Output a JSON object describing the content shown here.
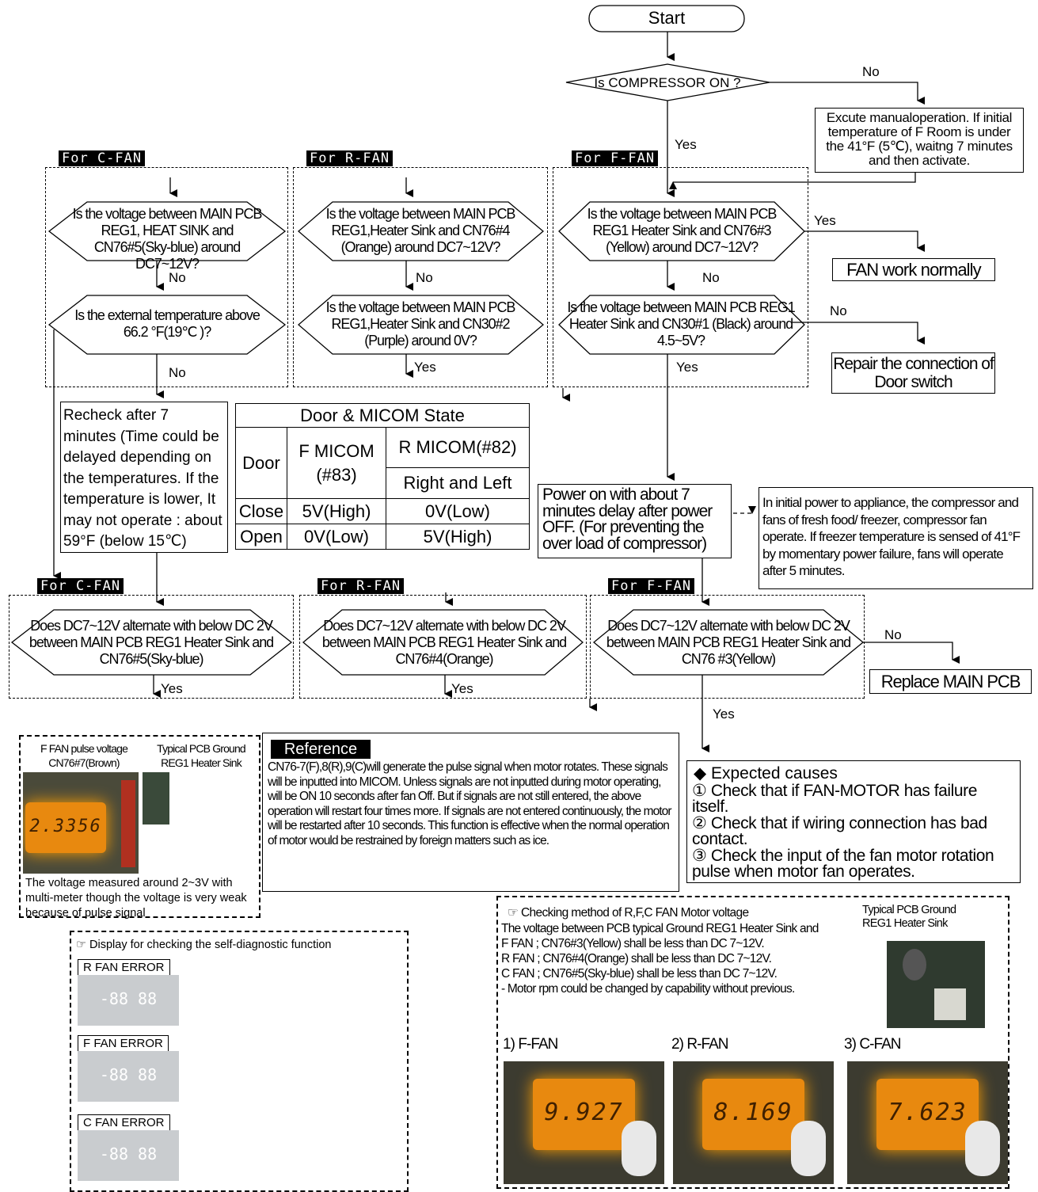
{
  "start": "Start",
  "q_compressor": "Is COMPRESSOR ON ?",
  "lbl_no": "No",
  "lbl_yes": "Yes",
  "manual_op": "Excute manualoperation. If initial temperature of F Room is under the 41°F (5℃), waitng 7 minutes and then activate.",
  "tag_cfan": "For C-FAN",
  "tag_rfan": "For R-FAN",
  "tag_ffan": "For F-FAN",
  "c_q1": "Is the voltage between MAIN PCB REG1, HEAT SINK and CN76#5(Sky-blue) around DC7~12V?",
  "c_q2": "Is the external temperature above 66.2 °F(19℃ )?",
  "r_q1": "Is the voltage between MAIN PCB REG1,Heater Sink and CN76#4 (Orange) around DC7~12V?",
  "r_q2": "Is the voltage between MAIN PCB REG1,Heater Sink and CN30#2 (Purple) around 0V?",
  "f_q1": "Is the voltage between MAIN PCB REG1 Heater Sink and CN76#3 (Yellow) around DC7~12V?",
  "f_q2": "Is the voltage between MAIN PCB REG1 Heater Sink and CN30#1 (Black) around 4.5~5V?",
  "fan_normal": "FAN work normally",
  "repair_door": "Repair the connection of Door switch",
  "recheck": "Recheck after 7 minutes (Time could be delayed depending on the temperatures. If the temperature is lower, It may not operate : about 59°F (below 15℃)",
  "state_table": {
    "title": "Door & MICOM State",
    "h_door": "Door",
    "h_f": "F MICOM (#83)",
    "h_r": "R MICOM(#82)",
    "h_r_sub": "Right and Left",
    "rows": [
      {
        "door": "Close",
        "f": "5V(High)",
        "r": "0V(Low)"
      },
      {
        "door": "Open",
        "f": "0V(Low)",
        "r": "5V(High)"
      }
    ]
  },
  "power_on": "Power on with about 7 minutes delay after power OFF. (For preventing the over load of compressor)",
  "initial_power": "In initial power to appliance, the compressor and fans of fresh food/ freezer, compressor fan operate. If freezer temperature is sensed of 41°F by momentary power failure, fans will operate after 5 minutes.",
  "c_q3": "Does DC7~12V alternate with below DC 2V between MAIN PCB REG1 Heater Sink and CN76#5(Sky-blue)",
  "r_q3": "Does DC7~12V alternate with below DC 2V between MAIN PCB REG1 Heater Sink and CN76#4(Orange)",
  "f_q3": "Does DC7~12V alternate with below DC 2V between MAIN PCB REG1 Heater Sink and CN76 #3(Yellow)",
  "replace_pcb": "Replace MAIN PCB",
  "pulse_panel": {
    "cap1": "F FAN pulse voltage CN76#7(Brown)",
    "cap2": "Typical PCB Ground REG1 Heater Sink",
    "reading": "2.3356",
    "note": "The voltage measured around 2~3V with multi-meter though the voltage is very weak because of pulse signal"
  },
  "reference": {
    "title": "Reference",
    "text": "CN76-7(F),8(R),9(C)will generate the pulse signal when motor rotates. These signals will be inputted into MICOM. Unless signals are not inputted during motor operating, will be ON 10 seconds after fan Off. But if signals are not still entered, the above operation will restart four times more. If signals are not entered continuously, the motor will be restarted after 10 seconds. This function is effective when the normal operation of motor would be restrained by foreign matters such as ice."
  },
  "causes": {
    "title": "◆ Expected causes",
    "items": [
      "① Check that if FAN-MOTOR has failure itself.",
      "② Check that if wiring connection has bad contact.",
      "③ Check the input of the fan motor rotation pulse when motor fan operates."
    ]
  },
  "selfdiag": {
    "title": "☞ Display for checking the self-diagnostic function",
    "errors": [
      "R FAN ERROR",
      "F FAN ERROR",
      "C FAN ERROR"
    ],
    "lcd_digits": "-88 88"
  },
  "checking": {
    "title": "☞ Checking method of R,F,C FAN Motor voltage",
    "lines": [
      "The voltage between PCB typical Ground REG1 Heater Sink and",
      "F FAN ; CN76#3(Yellow) shall be less than DC 7~12V.",
      "R FAN ; CN76#4(Orange) shall be less than DC 7~12V.",
      "C FAN ; CN76#5(Sky-blue) shall be less than DC 7~12V.",
      "- Motor rpm could be changed by capability without previous."
    ],
    "photo_caption": "Typical PCB Ground REG1 Heater Sink",
    "fan_labels": [
      "1) F-FAN",
      "2) R-FAN",
      "3) C-FAN"
    ],
    "readings": [
      "9.927",
      "8.169",
      "7.623"
    ]
  }
}
